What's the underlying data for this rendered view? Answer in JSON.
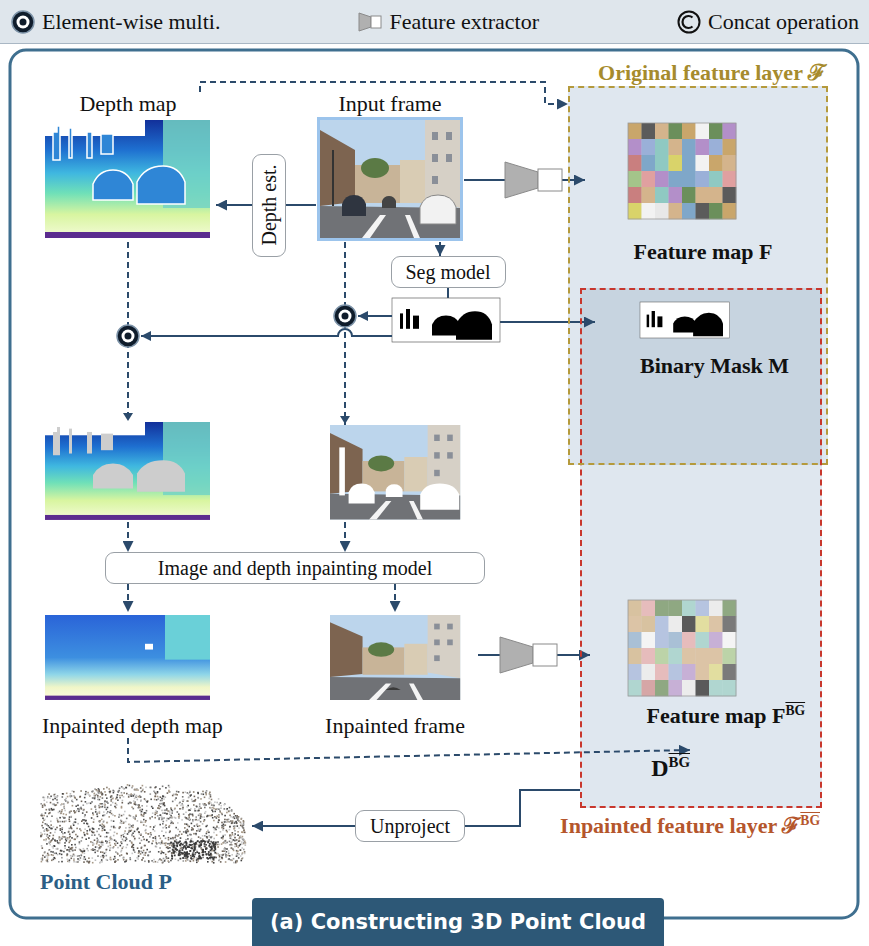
{
  "diagram": {
    "title": "(a) Constructing 3D Point Cloud",
    "nodes": [
      {
        "text": [
          "Original feature layer ℱ"
        ]
      },
      {
        "text": [
          "Depth map"
        ]
      },
      {
        "text": [
          "Input frame"
        ]
      },
      {
        "text": [
          "Depth est."
        ]
      },
      {
        "text": [
          "Feature map F"
        ],
        "in": 0
      },
      {
        "text": [
          "Seg model"
        ]
      },
      {
        "text": [
          "Binary Mask M"
        ],
        "in": 0
      },
      {
        "text": [
          "Inpainted feature layer ℱ",
          "BG"
        ]
      },
      {
        "text": [
          "Image and depth inpainting model"
        ]
      },
      {
        "text": [
          "Inpainted depth map"
        ]
      },
      {
        "text": [
          "Inpainted frame"
        ]
      },
      {
        "text": [
          "Feature map F",
          "BG"
        ],
        "in": 7
      },
      {
        "text": [
          "D",
          "BG"
        ],
        "in": 7
      },
      {
        "text": [
          "Unproject"
        ]
      },
      {
        "text": [
          "Point Cloud P"
        ]
      }
    ],
    "edges": [
      {
        "from": 1,
        "to": 0,
        "arrow": "to"
      },
      {
        "from": 2,
        "to": 3,
        "arrow": "none"
      },
      {
        "from": 3,
        "to": 1,
        "arrow": "to"
      },
      {
        "from": 2,
        "to": 4,
        "arrow": "to"
      },
      {
        "from": 2,
        "to": 5,
        "arrow": "to"
      },
      {
        "from": 5,
        "to": 6,
        "arrow": "to"
      },
      {
        "from": 1,
        "to": 8,
        "arrow": "to"
      },
      {
        "from": 2,
        "to": 8,
        "arrow": "to"
      },
      {
        "from": 8,
        "to": 9,
        "arrow": "to"
      },
      {
        "from": 8,
        "to": 10,
        "arrow": "to"
      },
      {
        "from": 10,
        "to": 11,
        "arrow": "to"
      },
      {
        "from": 9,
        "to": 12,
        "arrow": "to"
      },
      {
        "from": 7,
        "to": 13,
        "arrow": "none"
      },
      {
        "from": 13,
        "to": 14,
        "arrow": "to"
      }
    ],
    "legend": [
      {
        "text": "Element-wise multi."
      },
      {
        "text": "Feature extractor"
      },
      {
        "text": "Concat operation"
      }
    ]
  }
}
